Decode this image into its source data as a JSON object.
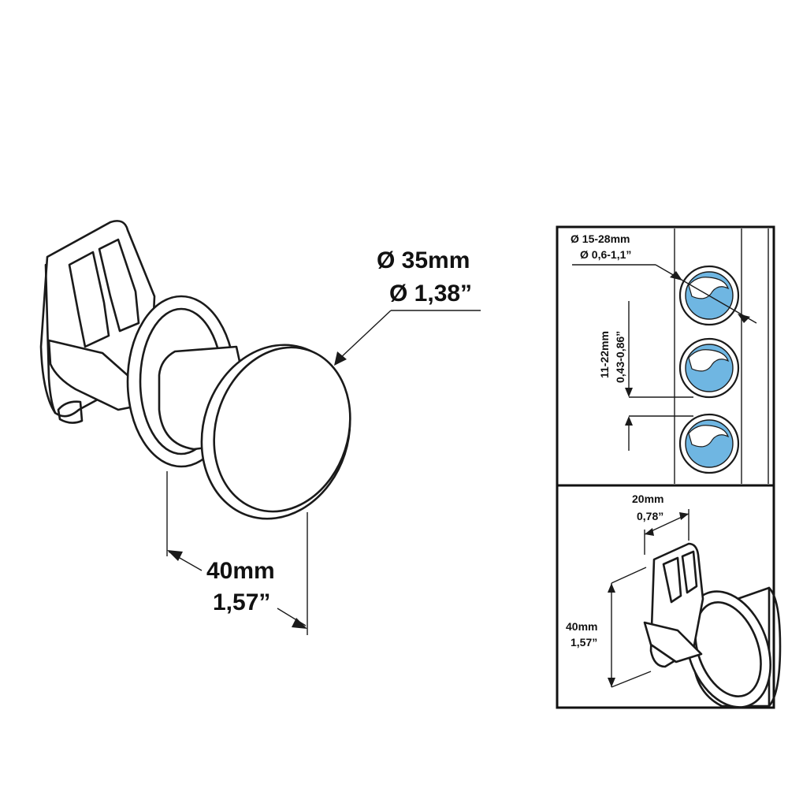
{
  "main_view": {
    "diameter_mm": "Ø 35mm",
    "diameter_in": "Ø 1,38”",
    "length_mm": "40mm",
    "length_in": "1,57”"
  },
  "detail_rail": {
    "pipe_diameter_mm": "Ø 15-28mm",
    "pipe_diameter_in": "Ø 0,6-1,1”",
    "spacing_mm": "11-22mm",
    "spacing_in": "0,43-0,86”"
  },
  "detail_clip": {
    "width_mm": "20mm",
    "width_in": "0,78”",
    "height_mm": "40mm",
    "height_in": "1,57”"
  },
  "colors": {
    "outline": "#1a1a1a",
    "pipe_fill": "#6fb6e2",
    "background": "#ffffff"
  }
}
